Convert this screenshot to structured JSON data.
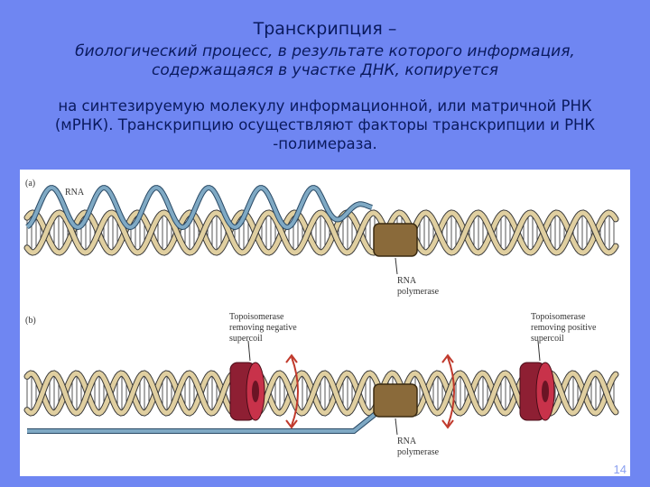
{
  "slide": {
    "title": "Транскрипция –",
    "subtitle_line1": "биологический процесс, в результате которого информация,",
    "subtitle_line2": "содержащаяся в участке ДНК, копируется",
    "body_line1": "на синтезируемую  молекулу информационной, или матричной РНК",
    "body_line2": "(мРНК). Транскрипцию осуществляют факторы транскрипции и РНК",
    "body_line3": "-полимераза.",
    "page_number": "14"
  },
  "figure": {
    "panel_a_label": "(a)",
    "panel_b_label": "(b)",
    "rna_label": "RNA",
    "rna_polymerase_a_line1": "RNA",
    "rna_polymerase_a_line2": "polymerase",
    "rna_polymerase_b_line1": "RNA",
    "rna_polymerase_b_line2": "polymerase",
    "topo_left_line1": "Topoisomerase",
    "topo_left_line2": "removing negative",
    "topo_left_line3": "supercoil",
    "topo_right_line1": "Topoisomerase",
    "topo_right_line2": "removing positive",
    "topo_right_line3": "supercoil"
  },
  "colors": {
    "background": "#6f86f2",
    "dna_strand": "#e0cfa0",
    "dna_outline": "#3a3a3a",
    "rna_strand": "#7fa9c4",
    "polymerase": "#8a6a3a",
    "topoisomerase": "#c8324a"
  }
}
